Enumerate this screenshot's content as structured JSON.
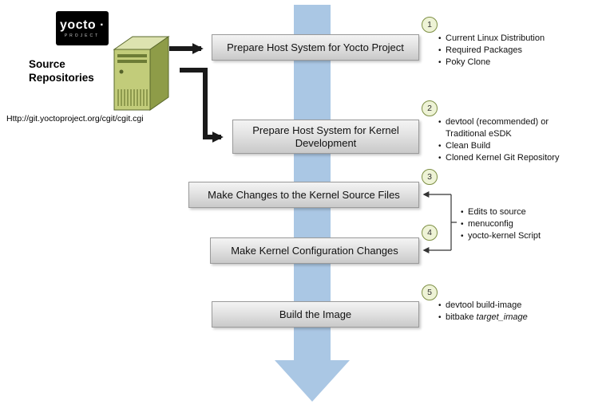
{
  "logo": {
    "brand": "yocto ·",
    "subtitle": "PROJECT"
  },
  "source_repositories": {
    "label": "Source\nRepositories",
    "url": "Http://git.yoctoproject.org/cgit/cgit.cgi"
  },
  "steps": [
    {
      "number": "1",
      "label": "Prepare Host System for Yocto Project",
      "bullets": [
        "Current Linux Distribution",
        "Required Packages",
        "Poky Clone"
      ]
    },
    {
      "number": "2",
      "label": "Prepare Host System for Kernel Development",
      "bullets": [
        "devtool (recommended) or Traditional eSDK",
        "Clean Build",
        "Cloned Kernel Git Repository"
      ]
    },
    {
      "number": "3",
      "label": "Make Changes to the Kernel Source Files"
    },
    {
      "number": "4",
      "label": "Make Kernel Configuration Changes"
    },
    {
      "number": "5",
      "label": "Build the Image",
      "bullets": [
        "devtool build-image"
      ],
      "bullet2": {
        "prefix": "bitbake ",
        "italic": "target_image"
      }
    }
  ],
  "shared_bullets_steps_3_4": [
    "Edits to source",
    "menuconfig",
    "yocto-kernel Script"
  ],
  "colors": {
    "flow_arrow": "#aac7e4",
    "box_background_top": "#f4f4f4",
    "box_background_bottom": "#c9c9c9",
    "box_border": "#9a9a9a",
    "circle_fill": "#eef3d6",
    "circle_border": "#7d8f44",
    "server_front": "#bdc878",
    "logo_background": "#000000"
  }
}
